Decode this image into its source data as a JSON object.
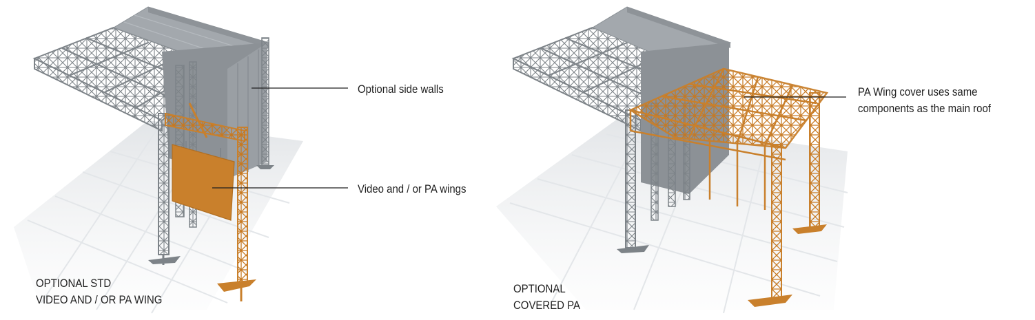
{
  "left_panel": {
    "callouts": {
      "side_walls": "Optional side walls",
      "video_pa_wings": "Video and / or PA wings"
    },
    "caption": {
      "line1": "OPTIONAL STD",
      "line2": "VIDEO AND / OR PA WING"
    }
  },
  "right_panel": {
    "callouts": {
      "pa_wing_cover_line1": "PA Wing cover uses same",
      "pa_wing_cover_line2": "components as the main roof"
    },
    "caption": {
      "line1": "OPTIONAL",
      "line2": "COVERED PA"
    }
  },
  "colors": {
    "truss_grey": "#8e9398",
    "roof_grey": "#9aa0a5",
    "wall_grey": "#8c9196",
    "accent_orange": "#d88a2a",
    "panel_orange": "#c9802c",
    "shadow": "#e6e8ea",
    "text": "#1f1f1f"
  }
}
